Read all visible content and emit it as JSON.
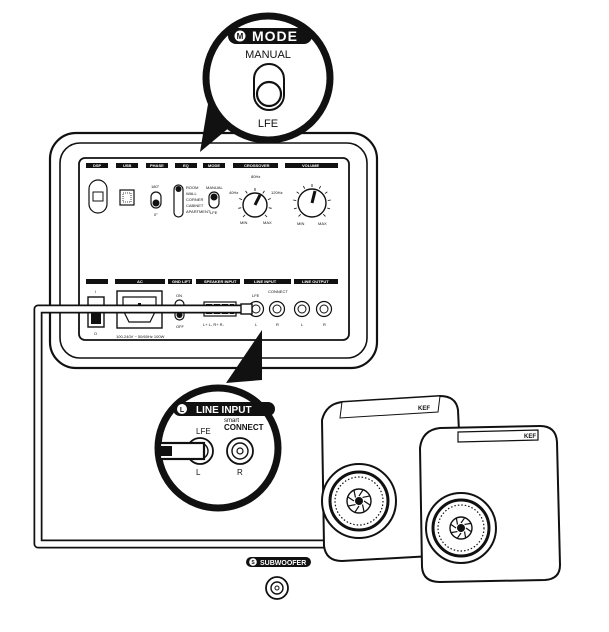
{
  "mode_callout": {
    "badge_letter": "M",
    "title": "MODE",
    "top_label": "MANUAL",
    "bottom_label": "LFE"
  },
  "panel_headers": [
    "DSP",
    "USB",
    "PHASE",
    "EQ",
    "MODE",
    "CROSSOVER",
    "VOLUME"
  ],
  "panel_headers_bottom": [
    "",
    "AC",
    "GND LIFT",
    "SPEAKER INPUT",
    "LINE INPUT",
    "LINE OUTPUT"
  ],
  "panel_small": {
    "phase_top": "180°",
    "phase_bottom": "0°",
    "eq_options": [
      "ROOM",
      "WALL",
      "CORNER",
      "CABINET",
      "APARTMENT"
    ],
    "mode_top": "MANUAL",
    "mode_bottom": "LFE",
    "crossover_top": "80Hz",
    "crossover_left": "40Hz",
    "crossover_right": "120Hz",
    "crossover_min": "MIN",
    "crossover_max": "MAX",
    "volume_min": "MIN",
    "volume_max": "MAX",
    "gnd_on": "ON",
    "gnd_off": "OFF",
    "speaker_terms": "L+  L-  R+  R-",
    "ac_rating": "100-240V ~ 50/60Hz 100W",
    "line_in_lfe": "LFE",
    "line_in_l": "L",
    "line_in_r": "R",
    "line_out_l": "L",
    "line_out_r": "R",
    "switch_i": "I",
    "switch_o": "O",
    "smart_connect": "CONNECT"
  },
  "line_input_callout": {
    "badge_letter": "L",
    "title": "LINE INPUT",
    "lfe_label": "LFE",
    "l_label": "L",
    "r_label": "R",
    "smart_label": "smart",
    "connect_label": "CONNECT"
  },
  "subwoofer_tag": {
    "badge_letter": "S",
    "title": "SUBWOOFER"
  },
  "speakers": {
    "brand": "KEF"
  },
  "colors": {
    "ink": "#111111",
    "paper": "#ffffff"
  }
}
